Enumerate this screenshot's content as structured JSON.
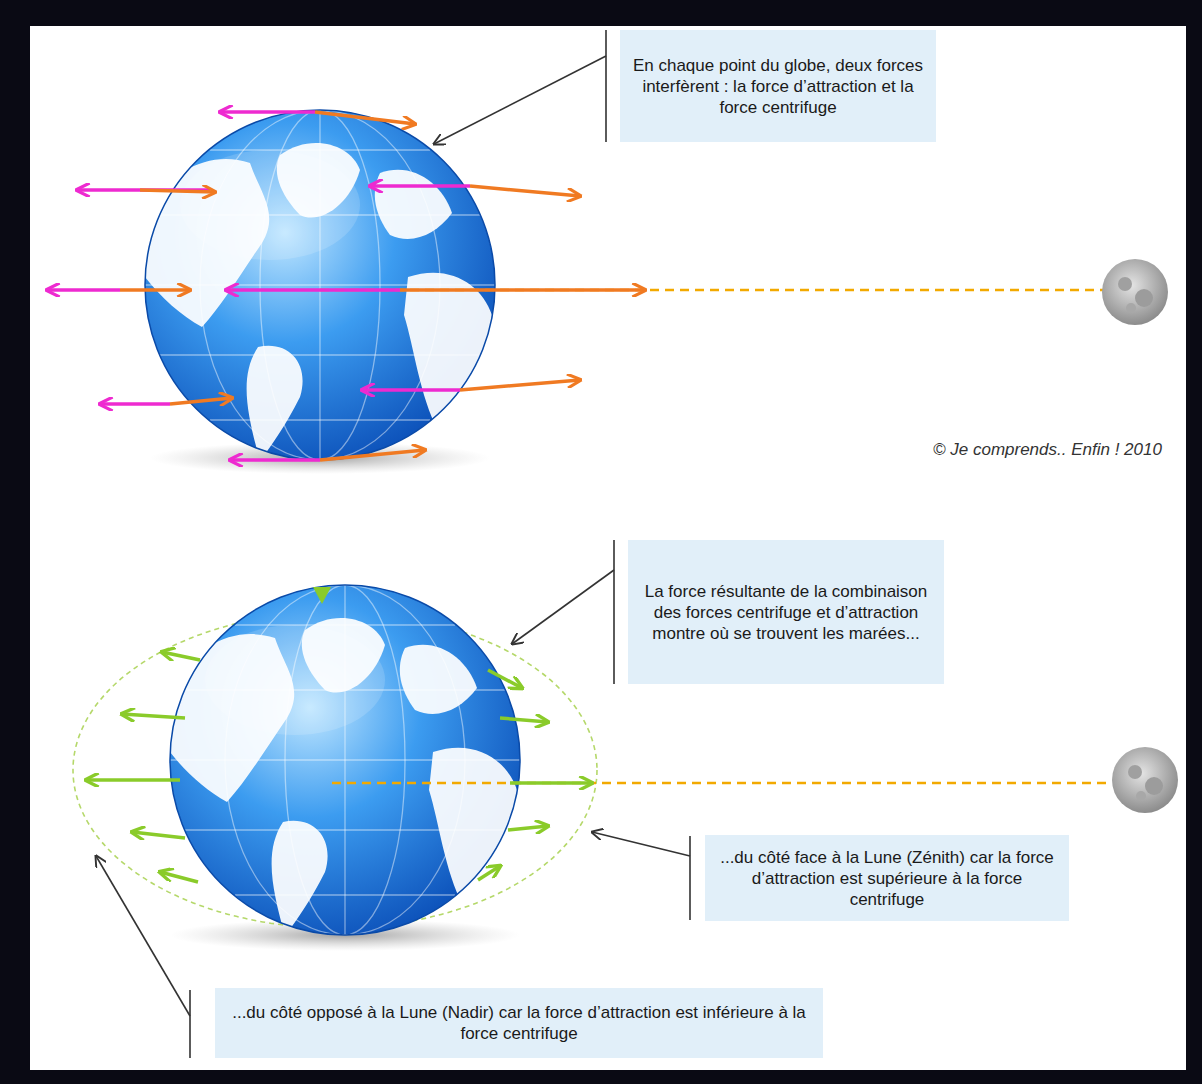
{
  "diagram": {
    "nodes": [
      {
        "text": [
          "En chaque point du globe, deux forces interfèrent : la force d’attraction et la force centrifuge"
        ]
      },
      {
        "text": [
          "La force résultante de la combinaison des forces centrifuge et d’attraction montre où se trouvent les marées..."
        ]
      },
      {
        "text": [
          "...du côté face à la Lune (Zénith) car la force d’attraction est supérieure à la force centrifuge"
        ]
      },
      {
        "text": [
          "...du côté opposé à la Lune (Nadir) car la force d’attraction est inférieure à la force centrifuge"
        ]
      }
    ],
    "labels": [
      "© Je comprends.. Enfin ! 2010"
    ]
  }
}
